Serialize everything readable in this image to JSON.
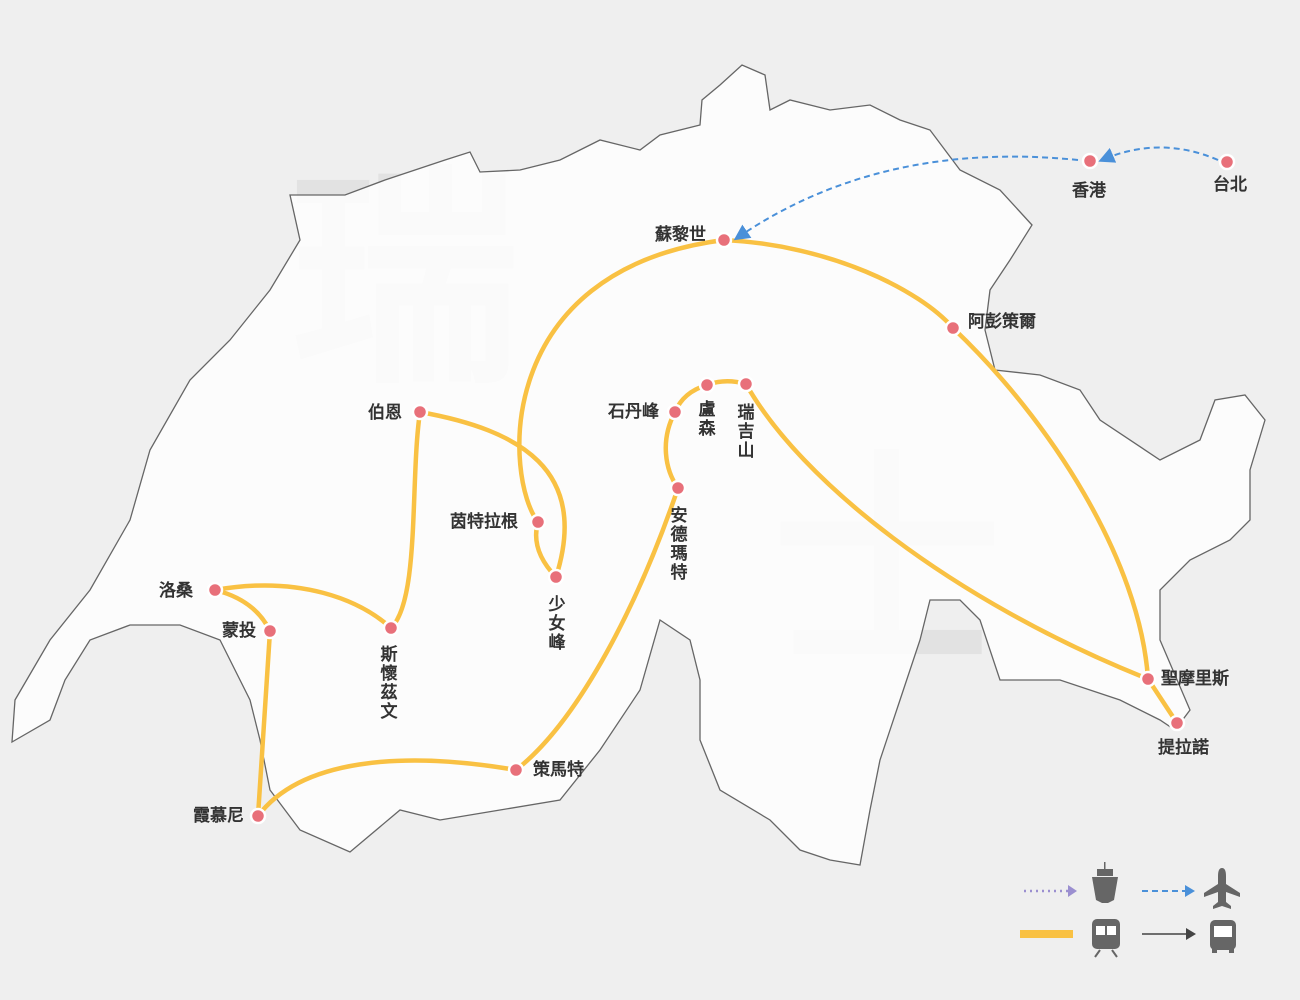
{
  "title_chars": [
    "瑞",
    "士"
  ],
  "colors": {
    "rail": "#f9c143",
    "flight": "#4a90d9",
    "ship": "#9b8fd0",
    "bus": "#444444",
    "stop": "#e8707a",
    "land": "#ffffff"
  },
  "stops": {
    "zurich": "蘇黎世",
    "appenzell": "阿彭策爾",
    "st_moritz": "聖摩里斯",
    "tirano": "提拉諾",
    "rigi": "瑞吉山",
    "lucerne": "盧森",
    "stanserhorn": "石丹峰",
    "andermatt": "安德瑪特",
    "zermatt": "策馬特",
    "chamonix": "霞慕尼",
    "montreux": "蒙投",
    "lausanne": "洛桑",
    "schwarzsee": "斯懷茲文",
    "bern": "伯恩",
    "interlaken": "茵特拉根",
    "jungfrau": "少女峰",
    "hong_kong": "香港",
    "taipei": "台北"
  },
  "legend": [
    {
      "mode": "ship",
      "line": "dotted",
      "icon": "ship-icon"
    },
    {
      "mode": "flight",
      "line": "dashed",
      "icon": "airplane-icon"
    },
    {
      "mode": "rail",
      "line": "solid-thick",
      "icon": "train-icon"
    },
    {
      "mode": "bus",
      "line": "solid-arrow",
      "icon": "bus-icon"
    }
  ]
}
